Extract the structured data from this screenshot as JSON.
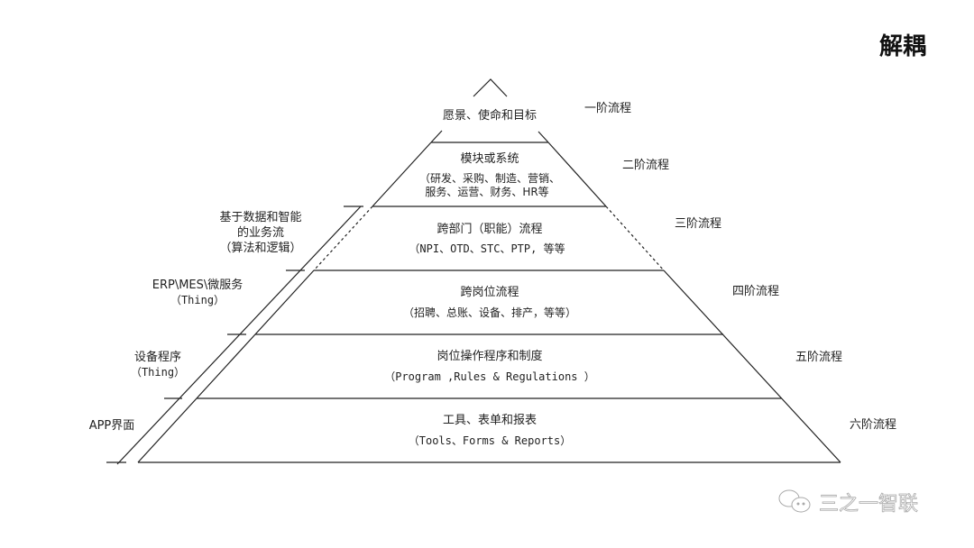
{
  "title": "解耦",
  "levels": [
    {
      "label": "愿景、使命和目标",
      "detail": "",
      "stage": "一阶流程"
    },
    {
      "label": "模块或系统",
      "detail": "（研发、采购、制造、营销、",
      "detail2": "服务、运营、财务、HR等",
      "stage": "二阶流程"
    },
    {
      "label": "跨部门（职能）流程",
      "detail": "（NPI、OTD、STC、PTP, 等等",
      "stage": "三阶流程"
    },
    {
      "label": "跨岗位流程",
      "detail": "（招聘、总账、设备、排产，等等）",
      "stage": "四阶流程"
    },
    {
      "label": "岗位操作程序和制度",
      "detail": "（Program ,Rules & Regulations ）",
      "stage": "五阶流程"
    },
    {
      "label": "工具、表单和报表",
      "detail": "（Tools、Forms & Reports）",
      "stage": "六阶流程"
    }
  ],
  "left_labels": [
    {
      "line1": "基于数据和智能",
      "line2": "的业务流",
      "line3": "（算法和逻辑）"
    },
    {
      "line1": "ERP\\MES\\微服务",
      "line2": "（Thing）"
    },
    {
      "line1": "设备程序",
      "line2": "（Thing）"
    },
    {
      "line1": "APP界面"
    }
  ],
  "watermark": {
    "icon": "wechat-icon",
    "text": "三之一智联"
  }
}
